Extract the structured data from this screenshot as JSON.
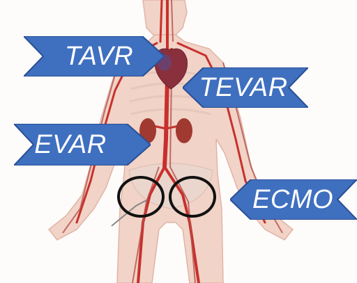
{
  "figure": {
    "colors": {
      "banner_fill": "#3f6fbf",
      "banner_edge": "#2a4f95",
      "label_text": "#ffffff",
      "skin": "#f1d3c7",
      "artery": "#c8302c",
      "vein": "#b5504a",
      "organ": "#a0392f",
      "heart": "#8a2f3c",
      "circle": "#111111"
    },
    "labels": {
      "tavr": "TAVR",
      "tevar": "TEVAR",
      "evar": "EVAR",
      "ecmo": "ECMO"
    },
    "access_sites": [
      {
        "name": "right-groin-access"
      },
      {
        "name": "left-groin-access"
      }
    ]
  }
}
